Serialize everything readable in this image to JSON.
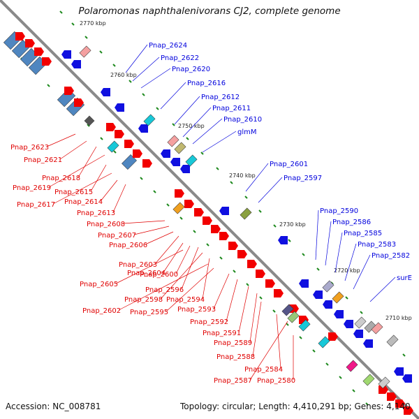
{
  "title": "Polaromonas naphthalenivorans CJ2, complete genome",
  "accession_text": "Accession: NC_008781",
  "summary_text": "Topology: circular; Length: 4,410,291 bp; Genes: 4,140",
  "colors": {
    "backbone": "#8a8a8a",
    "forward_feature": "#f20000",
    "reverse_feature": "#1010e0",
    "operon_blue": "#4f86c0",
    "tick": "#1f8a1f",
    "label_red": "#e00000",
    "label_blue": "#0000dd"
  },
  "ruler_labels": [
    "2770 kbp",
    "2760 kbp",
    "2750 kbp",
    "2740 kbp",
    "2730 kbp",
    "2720 kbp",
    "2710 kbp"
  ],
  "blue_gene_labels": [
    "Pnap_2624",
    "Pnap_2622",
    "Pnap_2620",
    "Pnap_2616",
    "Pnap_2612",
    "Pnap_2611",
    "Pnap_2610",
    "glmM",
    "Pnap_2601",
    "Pnap_2597",
    "Pnap_2590",
    "Pnap_2586",
    "Pnap_2585",
    "Pnap_2583",
    "Pnap_2582",
    "surE"
  ],
  "red_gene_labels": [
    "Pnap_2623",
    "Pnap_2621",
    "Pnap_2618",
    "Pnap_2619",
    "Pnap_2615",
    "Pnap_2617",
    "Pnap_2614",
    "Pnap_2613",
    "Pnap_2608",
    "Pnap_2607",
    "Pnap_2606",
    "Pnap_2603",
    "Pnap_2604",
    "Pnap_2600",
    "Pnap_2605",
    "Pnap_2596",
    "Pnap_2594",
    "Pnap_2598",
    "Pnap_2602",
    "Pnap_2595",
    "Pnap_2593",
    "Pnap_2592",
    "Pnap_2591",
    "Pnap_2589",
    "Pnap_2588",
    "Pnap_2584",
    "Pnap_2587",
    "Pnap_2580"
  ]
}
